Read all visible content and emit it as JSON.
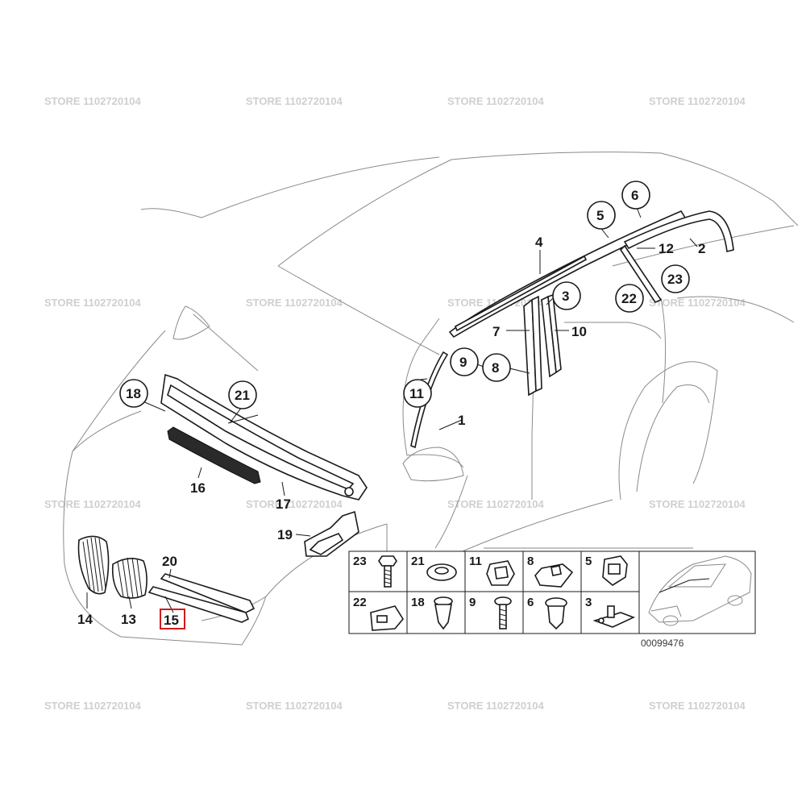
{
  "watermark": "STORE 1102720104",
  "document_number": "00099476",
  "callouts": {
    "c1": "1",
    "c2": "2",
    "c3": "3",
    "c4": "4",
    "c5": "5",
    "c6": "6",
    "c7": "7",
    "c8": "8",
    "c9": "9",
    "c10": "10",
    "c11": "11",
    "c12": "12",
    "c13": "13",
    "c14": "14",
    "c15": "15",
    "c16": "16",
    "c17": "17",
    "c18": "18",
    "c19": "19",
    "c20": "20",
    "c21": "21",
    "c22": "22",
    "c23": "23"
  },
  "fastener_table": [
    {
      "label": "23"
    },
    {
      "label": "21"
    },
    {
      "label": "11"
    },
    {
      "label": "8"
    },
    {
      "label": "5"
    },
    {
      "label": "22"
    },
    {
      "label": "18"
    },
    {
      "label": "9"
    },
    {
      "label": "6"
    },
    {
      "label": "3"
    }
  ],
  "colors": {
    "highlight": "#d01c1c",
    "line": "#1a1a1a",
    "outline": "#8a8a8a"
  }
}
